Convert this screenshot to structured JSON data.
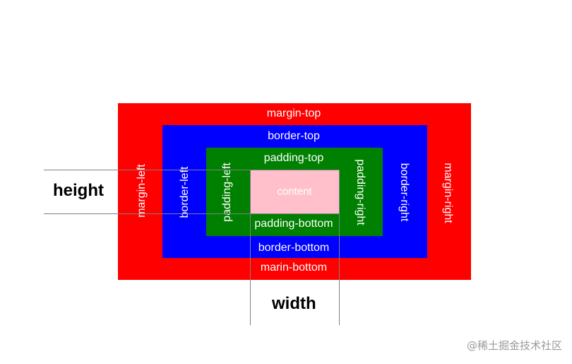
{
  "colors": {
    "margin": "#ff0000",
    "border": "#0000ff",
    "padding": "#008000",
    "content": "#ffc0cb",
    "guide_line": "#7f7f7f"
  },
  "labels": {
    "margin_top": "margin-top",
    "margin_bottom": "marin-bottom",
    "margin_left": "margin-left",
    "margin_right": "margin-right",
    "border_top": "border-top",
    "border_bottom": "border-bottom",
    "border_left": "border-left",
    "border_right": "border-right",
    "padding_top": "padding-top",
    "padding_bottom": "padding-bottom",
    "padding_left": "padding-left",
    "padding_right": "padding-right",
    "content": "content"
  },
  "dimensions": {
    "height": "height",
    "width": "width"
  },
  "watermark": "@稀土掘金技术社区"
}
